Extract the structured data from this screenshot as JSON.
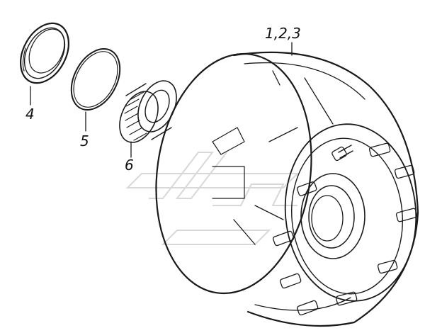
{
  "diagram": {
    "callouts": [
      {
        "id": "hub-assembly",
        "text": "1,2,3"
      },
      {
        "id": "seal",
        "text": "4"
      },
      {
        "id": "retaining-ring",
        "text": "5"
      },
      {
        "id": "bearing",
        "text": "6"
      }
    ]
  },
  "colors": {
    "ink": "#1a1a1a",
    "background": "#ffffff",
    "watermark": "#d8d8d8"
  }
}
